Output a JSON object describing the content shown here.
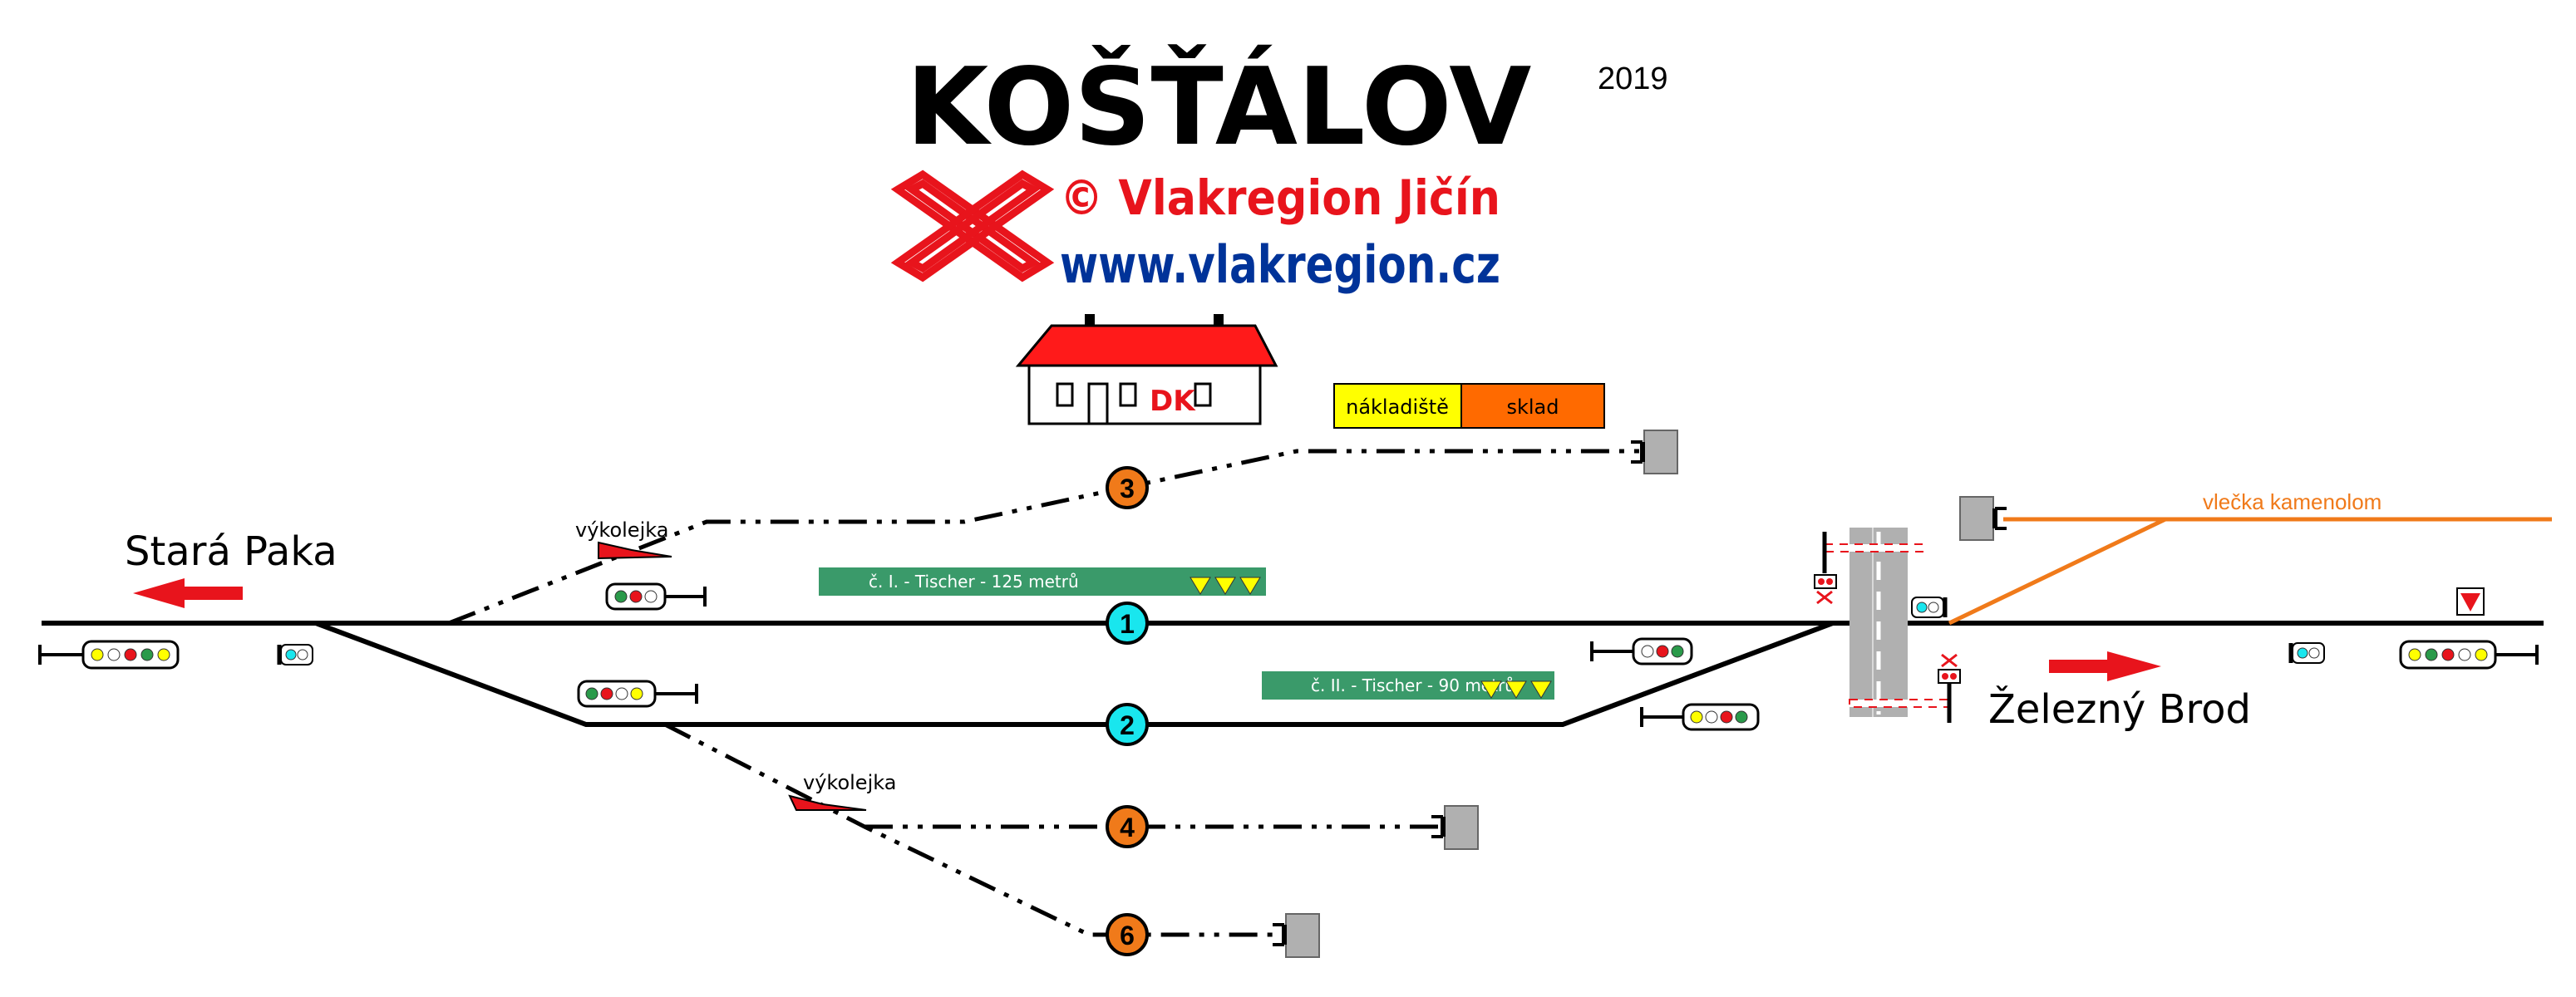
{
  "header": {
    "title": "KOŠŤÁLOV",
    "year": "2019",
    "copyright": "© Vlakregion Jičín",
    "website": "www.vlakregion.cz"
  },
  "station_building": {
    "label": "DK"
  },
  "freight": {
    "loading_area": "nákladiště",
    "warehouse": "sklad"
  },
  "directions": {
    "left": "Stará Paka",
    "right": "Železný Brod"
  },
  "siding": {
    "label": "vlečka kamenolom"
  },
  "derailers": {
    "upper": "výkolejka",
    "lower": "výkolejka"
  },
  "tracks": [
    {
      "id": "track-1",
      "number": "1"
    },
    {
      "id": "track-2",
      "number": "2"
    },
    {
      "id": "track-3",
      "number": "3"
    },
    {
      "id": "track-4",
      "number": "4"
    },
    {
      "id": "track-6",
      "number": "6"
    }
  ],
  "platforms": {
    "p1": "č. I. - Tischer  - 125 metrů",
    "p2": "č. II. - Tischer  - 90 metrů"
  },
  "colors": {
    "track": "#000000",
    "title": "#000000",
    "brand_red": "#e8141c",
    "brand_blue": "#003399",
    "badge_main": "#19e6ee",
    "badge_side": "#f07a1a",
    "platform": "#3a9a6a",
    "siding": "#f07a1a",
    "loading_area": "#ffff00",
    "warehouse": "#ff6a00",
    "building_roof": "#ff1a1a",
    "buffer_stop": "#b0b0b0",
    "crossing_road": "#b0b0b0"
  }
}
